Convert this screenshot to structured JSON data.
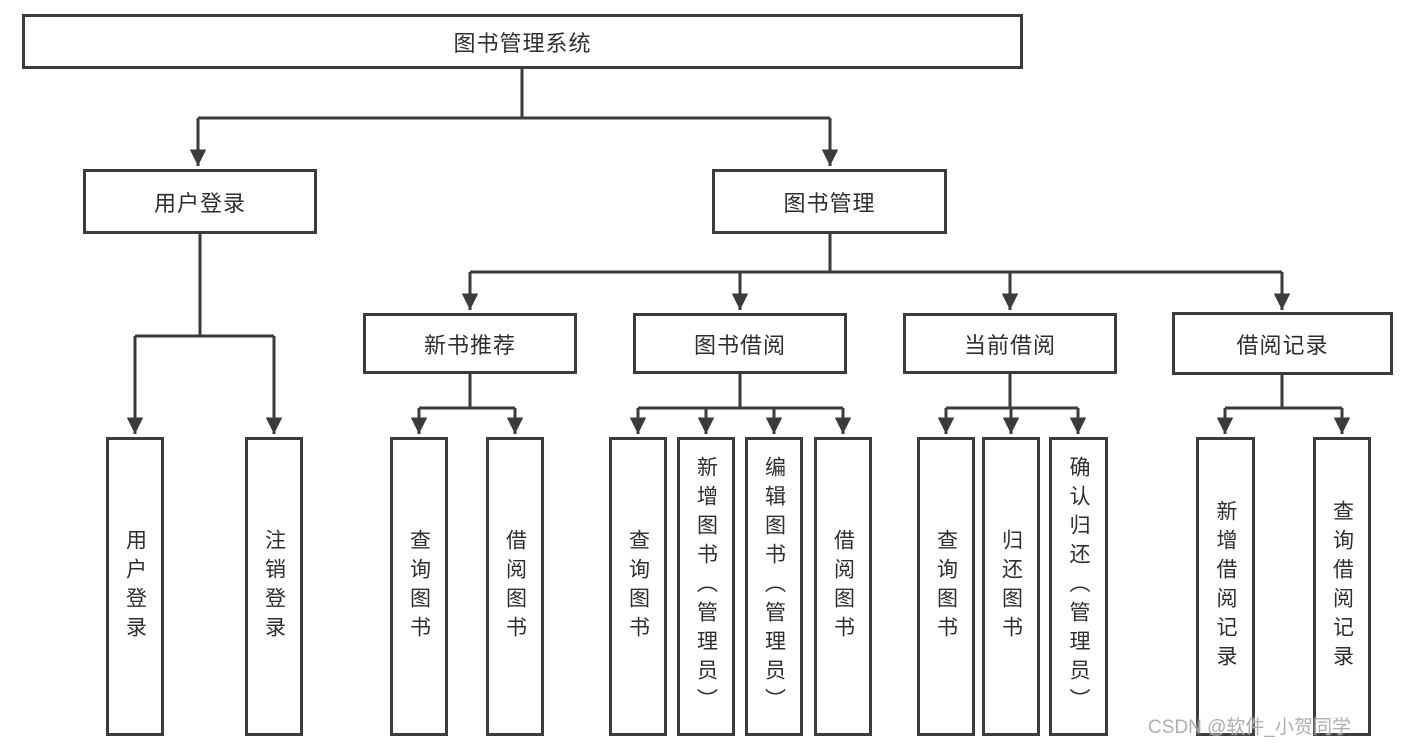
{
  "watermark": "CSDN @软件_小贺同学",
  "colors": {
    "line": "#3b3b3b",
    "text": "#2e2e2e",
    "watermark": "#a8a8a8",
    "background": "#ffffff"
  },
  "tree": {
    "root": {
      "label": "图书管理系统"
    },
    "branches": [
      {
        "label": "用户登录",
        "children": [
          {
            "label": "用户登录"
          },
          {
            "label": "注销登录"
          }
        ]
      },
      {
        "label": "图书管理",
        "groups": [
          {
            "label": "新书推荐",
            "children": [
              {
                "label": "查询图书"
              },
              {
                "label": "借阅图书"
              }
            ]
          },
          {
            "label": "图书借阅",
            "children": [
              {
                "label": "查询图书"
              },
              {
                "label": "新增图书（管理员）"
              },
              {
                "label": "编辑图书（管理员）"
              },
              {
                "label": "借阅图书"
              }
            ]
          },
          {
            "label": "当前借阅",
            "children": [
              {
                "label": "查询图书"
              },
              {
                "label": "归还图书"
              },
              {
                "label": "确认归还（管理员）"
              }
            ]
          },
          {
            "label": "借阅记录",
            "children": [
              {
                "label": "新增借阅记录"
              },
              {
                "label": "查询借阅记录"
              }
            ]
          }
        ]
      }
    ]
  }
}
